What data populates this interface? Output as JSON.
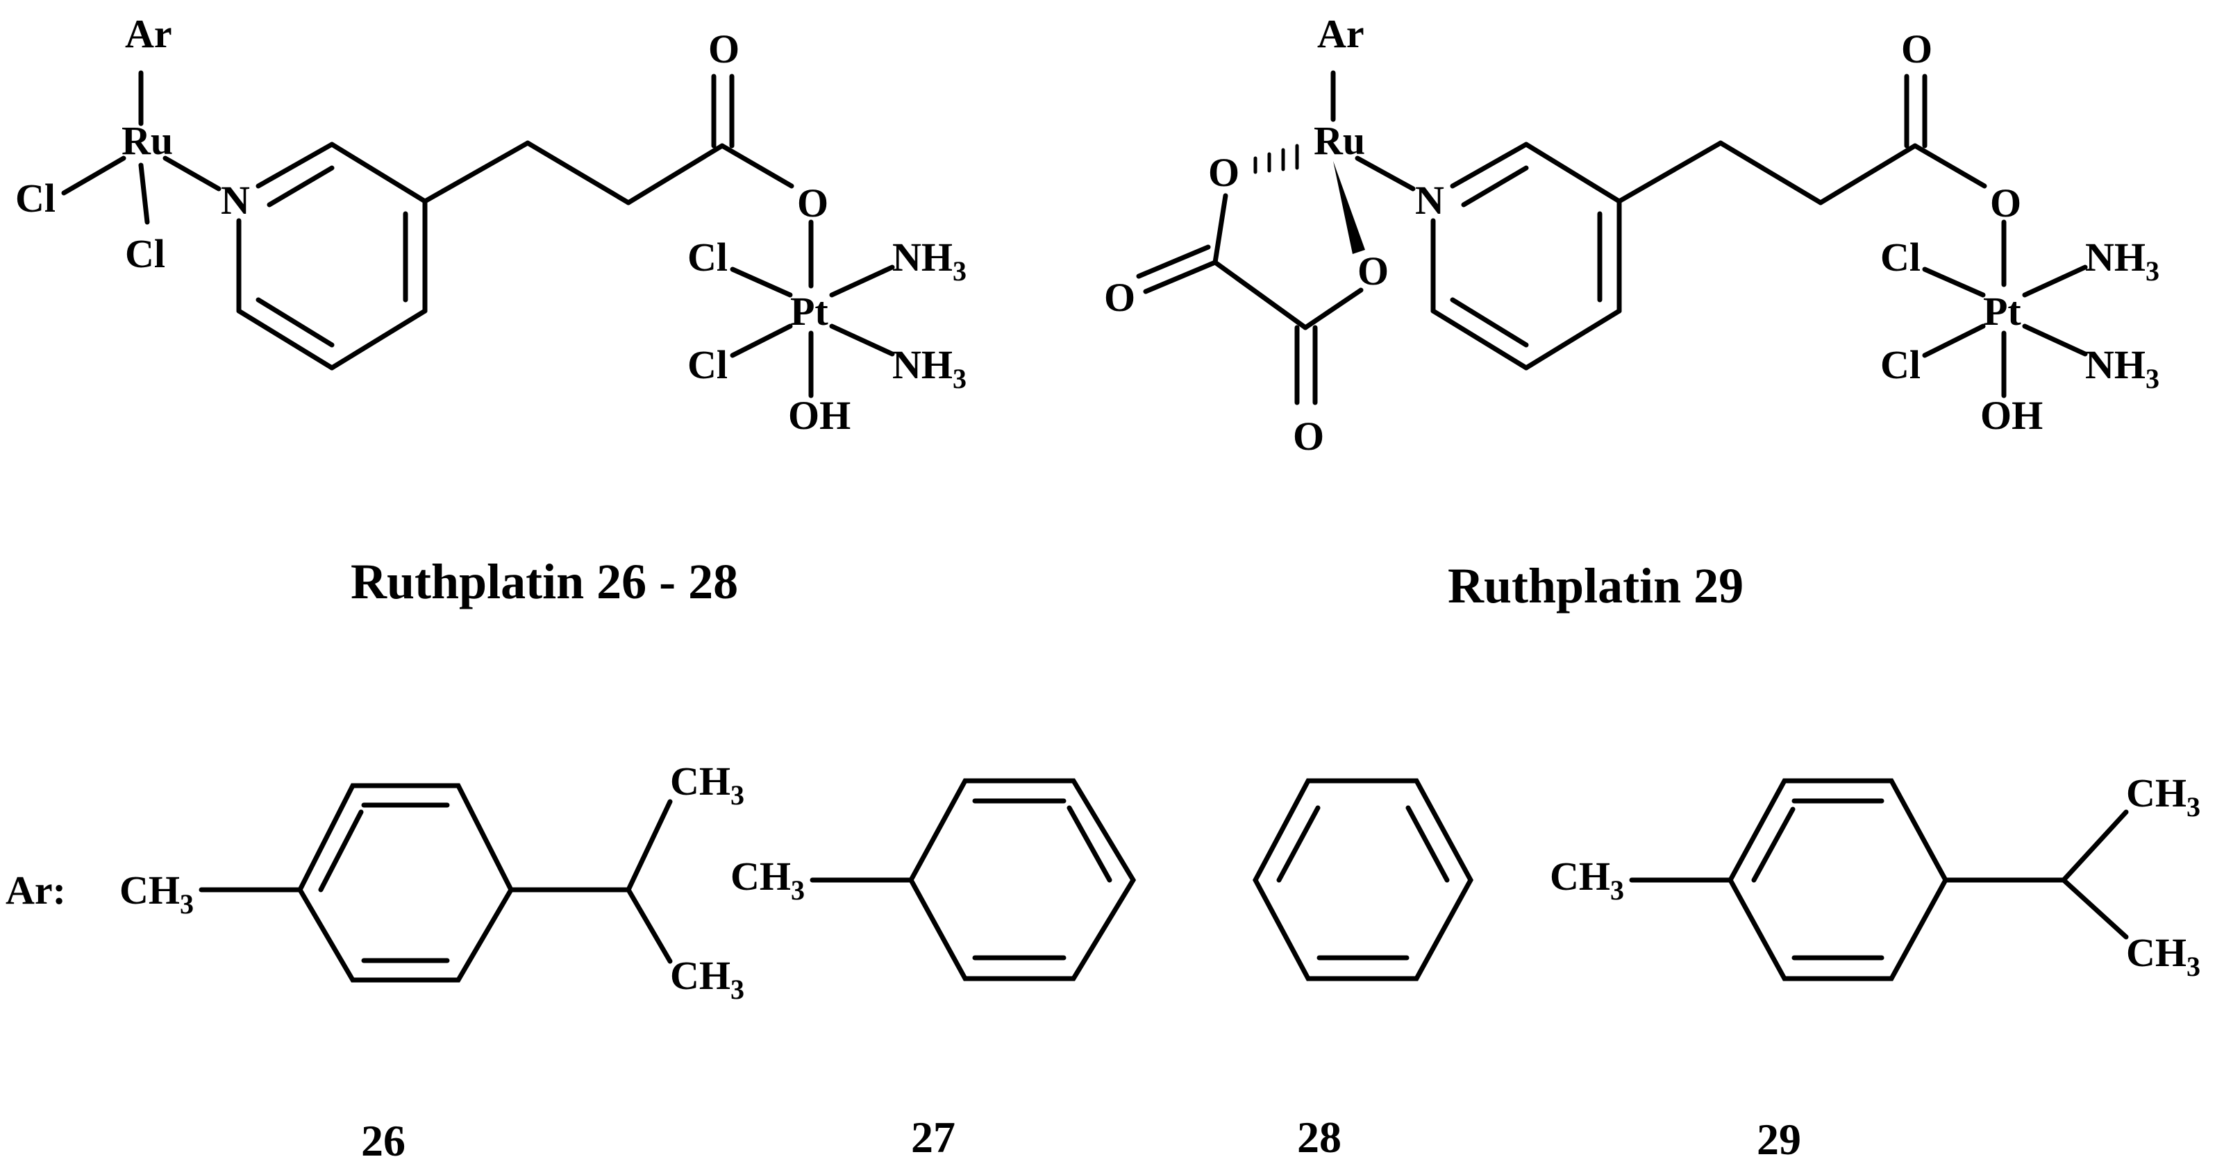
{
  "labels": {
    "ar": "Ar",
    "ru": "Ru",
    "cl": "Cl",
    "n": "N",
    "o": "O",
    "pt": "Pt",
    "nh": "NH",
    "oh": "OH",
    "ch": "CH",
    "sub3": "3",
    "ar_prefix": "Ar:"
  },
  "captions": {
    "left": "Ruthplatin 26 - 28",
    "right": "Ruthplatin 29"
  },
  "compound_numbers": [
    "26",
    "27",
    "28",
    "29"
  ]
}
